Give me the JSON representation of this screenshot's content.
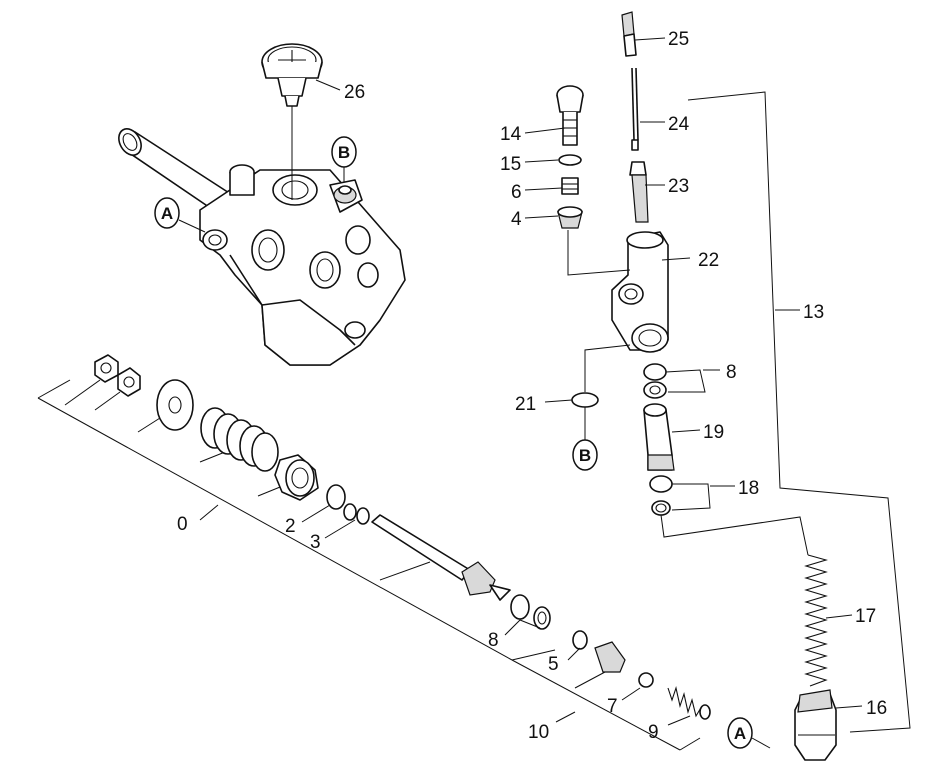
{
  "diagram": {
    "labels": {
      "p0": "0",
      "p2": "2",
      "p3": "3",
      "p4": "4",
      "p5": "5",
      "p6": "6",
      "p7": "7",
      "p8a": "8",
      "p8b": "8",
      "p9": "9",
      "p10": "10",
      "p13": "13",
      "p14": "14",
      "p15": "15",
      "p16": "16",
      "p17": "17",
      "p18": "18",
      "p19": "19",
      "p21": "21",
      "p22": "22",
      "p23": "23",
      "p24": "24",
      "p25": "25",
      "p26": "26"
    },
    "connectors": {
      "a_top": "A",
      "b_top": "B",
      "b_mid": "B",
      "a_bottom": "A"
    }
  }
}
